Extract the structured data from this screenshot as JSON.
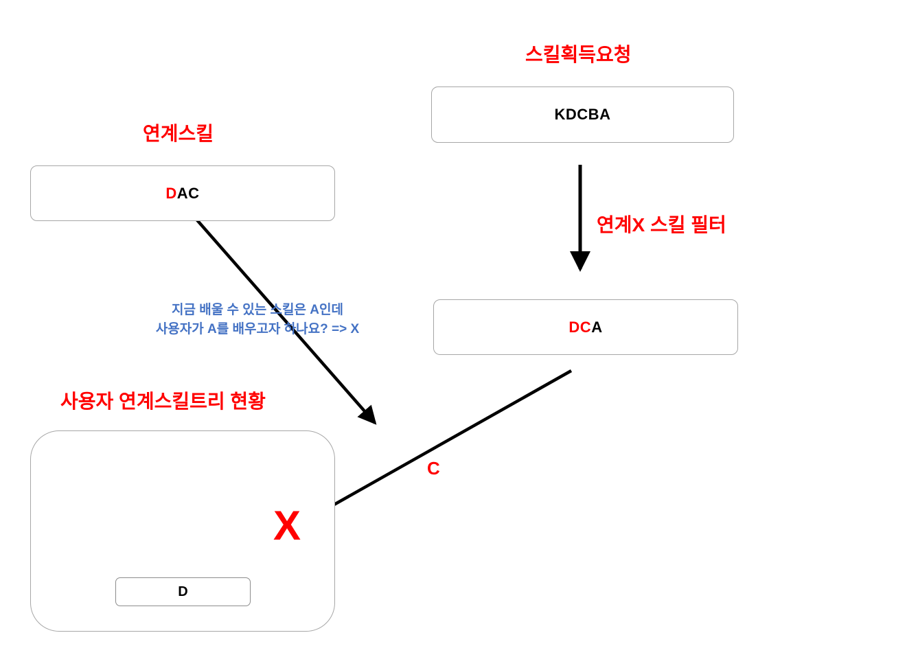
{
  "diagram": {
    "titles": {
      "skill_request": "스킬획득요청",
      "linked_skill": "연계스킬",
      "user_tree": "사용자 연계스킬트리 현황"
    },
    "nodes": {
      "request": "KDCBA",
      "linked": {
        "part_red": "D",
        "part_black": "AC"
      },
      "filtered": {
        "part_red": "DC",
        "part_black": "A"
      },
      "learned": "D"
    },
    "annotations": {
      "filter": "연계X 스킬 필터",
      "note_line1": "지금 배울 수 있는 스킬은 A인데",
      "note_line2": "사용자가 A를 배우고자 하나요? => X",
      "edge_c": "C",
      "reject_x": "X"
    },
    "colors": {
      "accent_red": "#ff0000",
      "note_blue": "#4472c4",
      "node_border": "#a6a6a6",
      "text_black": "#000000"
    }
  }
}
